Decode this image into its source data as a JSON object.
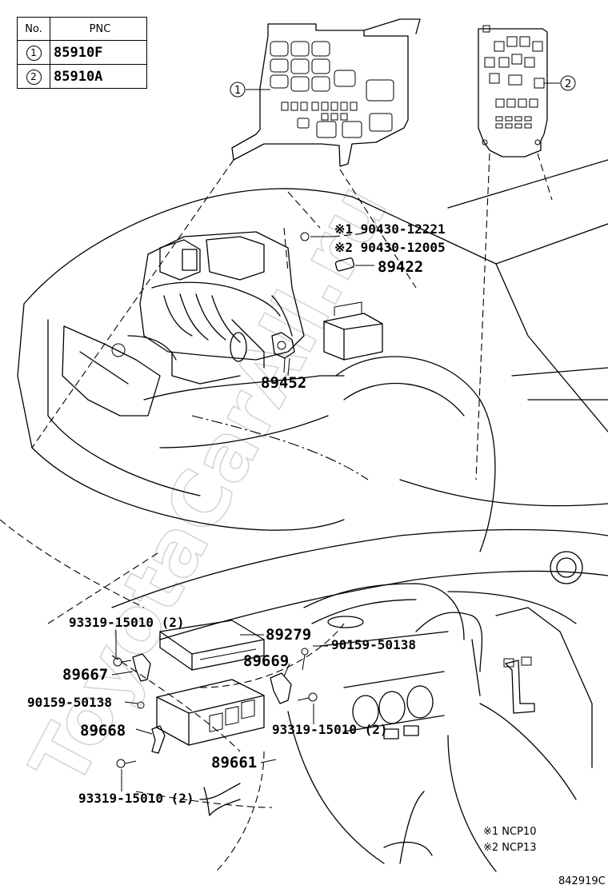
{
  "table": {
    "header_no": "No.",
    "header_pnc": "PNC",
    "rows": [
      {
        "no": "1",
        "pnc": "85910F"
      },
      {
        "no": "2",
        "pnc": "85910A"
      }
    ]
  },
  "callouts": {
    "c1": "1",
    "c2": "2"
  },
  "parts": {
    "p90430_a": "※1 90430-12221",
    "p90430_b": "※2 90430-12005",
    "p89422": "89422",
    "p89452": "89452",
    "p93319_top": "93319-15010 (2)",
    "p89279": "89279",
    "p90159_right": "90159-50138",
    "p89667": "89667",
    "p89669": "89669",
    "p90159_left": "90159-50138",
    "p89668": "89668",
    "p93319_mid": "93319-15010 (2)",
    "p89661": "89661",
    "p93319_bottom": "93319-15010 (2)"
  },
  "notes": {
    "n1": "※1 NCP10",
    "n2": "※2 NCP13"
  },
  "figure_id": "842919C",
  "watermark": "ToyotaCarAll.ru"
}
